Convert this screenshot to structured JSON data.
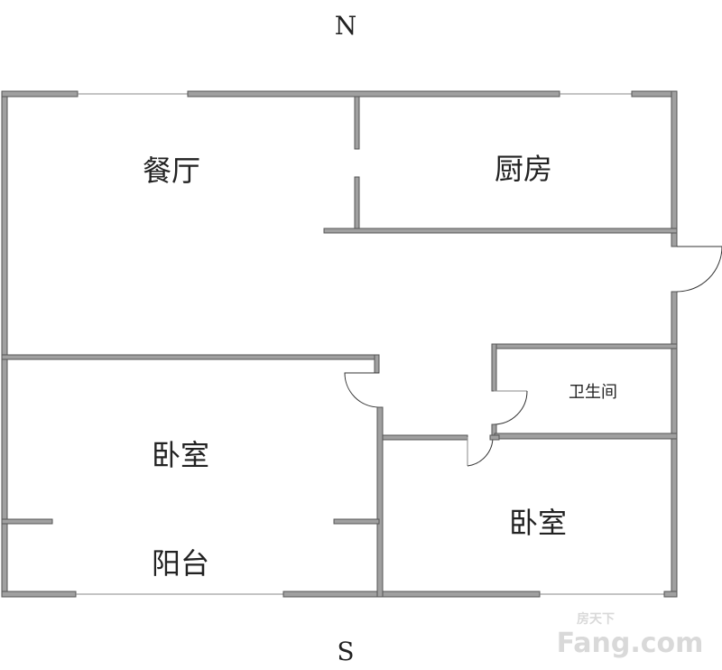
{
  "compass": {
    "north": "N",
    "south": "S"
  },
  "rooms": {
    "dining": "餐厅",
    "kitchen": "厨房",
    "bathroom": "卫生间",
    "bedroom_left": "卧室",
    "bedroom_right": "卧室",
    "balcony": "阳台"
  },
  "watermark": {
    "brand": "Fang.com",
    "tagline": "房天下"
  },
  "colors": {
    "wall": "#a0a0a0",
    "text": "#222222"
  }
}
